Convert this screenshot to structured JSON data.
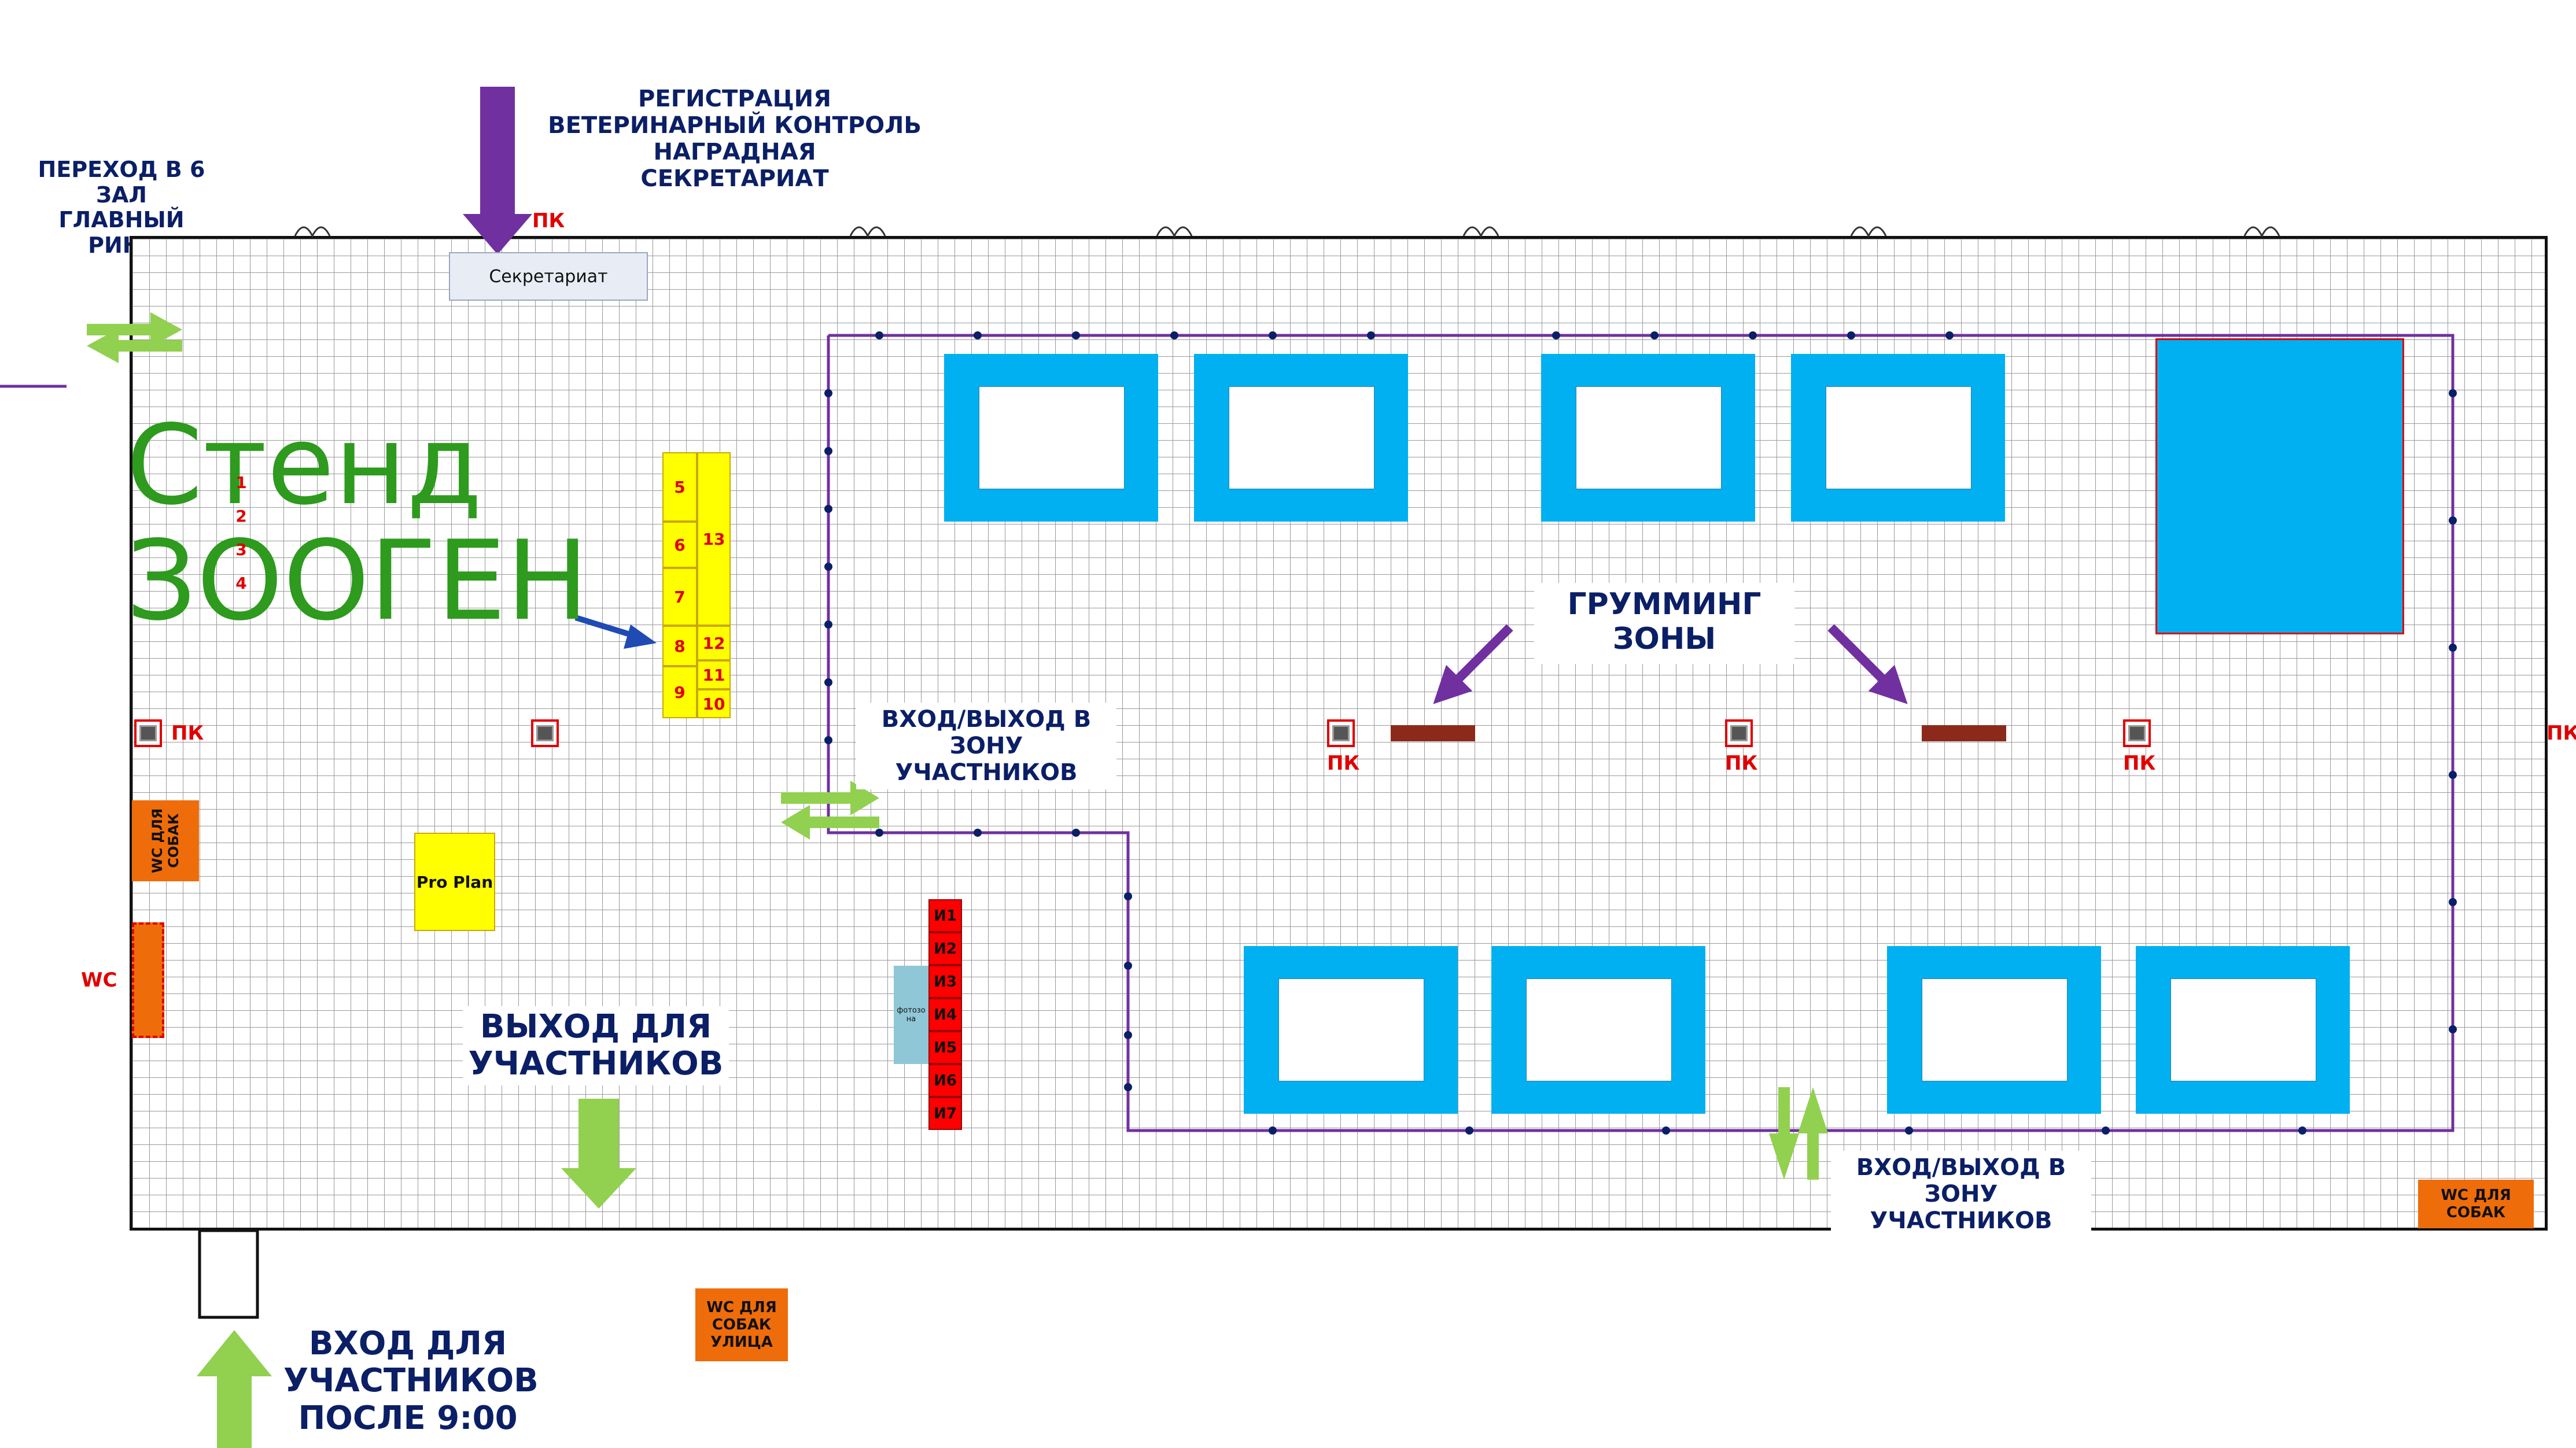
{
  "top_labels": {
    "transfer_line1": "ПЕРЕХОД В 6 ЗАЛ",
    "transfer_line2": "ГЛАВНЫЙ РИНГ",
    "registration_line1": "РЕГИСТРАЦИЯ",
    "registration_line2": "ВЕТЕРИНАРНЫЙ КОНТРОЛЬ",
    "registration_line3": "НАГРАДНАЯ",
    "registration_line4": "СЕКРЕТАРИАТ"
  },
  "secretariat": "Секретариат",
  "stand": {
    "line1": "Стенд",
    "line2": "ЗООГЕН"
  },
  "pk": "ПК",
  "wc": "WC",
  "wc_dogs": {
    "line1": "WC ДЛЯ",
    "line2": "СОБАК"
  },
  "wc_dogs_street": {
    "line1": "WC ДЛЯ",
    "line2": "СОБАК",
    "line3": "УЛИЦА"
  },
  "pro_plan": "Pro Plan",
  "photo_zone": "фотозо на",
  "grooming": {
    "line1": "ГРУММИНГ",
    "line2": "ЗОНЫ"
  },
  "participants_zone_1": {
    "line1": "ВХОД/ВЫХОД В",
    "line2": "ЗОНУ УЧАСТНИКОВ"
  },
  "participants_zone_2": {
    "line1": "ВХОД/ВЫХОД В",
    "line2": "ЗОНУ УЧАСТНИКОВ"
  },
  "exit_participants": {
    "line1": "ВЫХОД ДЛЯ",
    "line2": "УЧАСТНИКОВ"
  },
  "entrance_participants": {
    "line1": "ВХОД ДЛЯ",
    "line2": "УЧАСТНИКОВ",
    "line3": "ПОСЛЕ 9:00"
  },
  "left_numbers": [
    "1",
    "2",
    "3",
    "4"
  ],
  "yellow_left": [
    "5",
    "6",
    "7",
    "8",
    "9"
  ],
  "yellow_right": [
    "13",
    "12",
    "11",
    "10"
  ],
  "red_cells": [
    "И1",
    "И2",
    "И3",
    "И4",
    "И5",
    "И6",
    "И7"
  ],
  "colors": {
    "ring": "#00b0f0",
    "title_navy": "#0b1f66",
    "stand_green": "#2e9a1e",
    "arrow_green": "#92d050",
    "arrow_purple": "#7030a0",
    "arrow_blue": "#1f4bb3",
    "pk_red": "#e00000",
    "wc_orange": "#ef6c0a"
  }
}
